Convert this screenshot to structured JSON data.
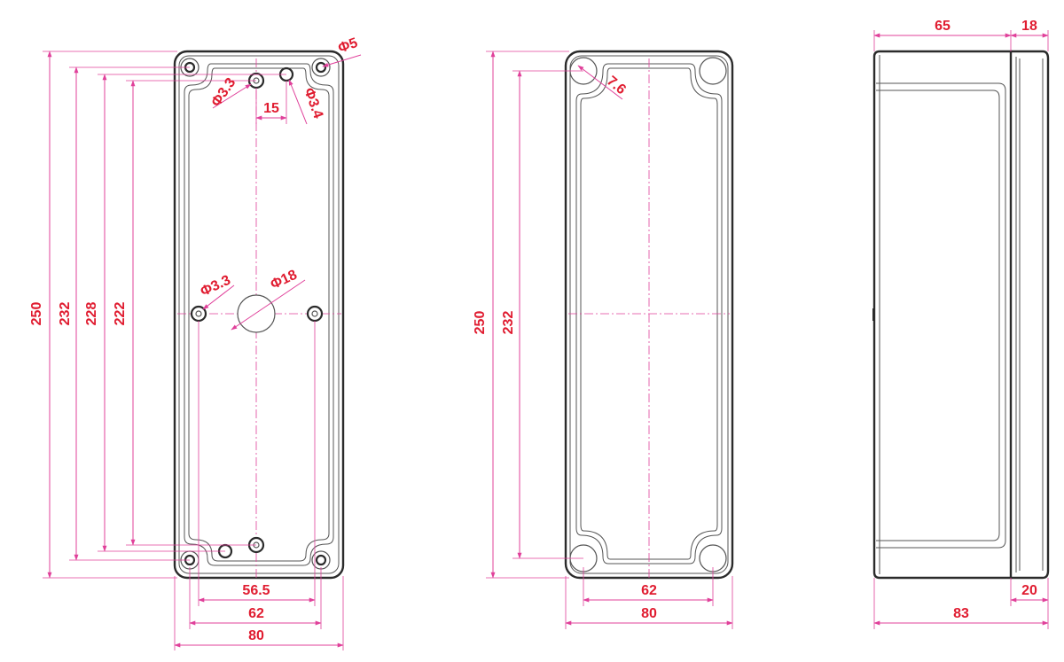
{
  "colors": {
    "dimension": "#e0409a",
    "dimension_text": "#e01c30",
    "outline": "#2b2b2b"
  },
  "front_view": {
    "height_overall": "250",
    "height_232": "232",
    "height_228": "228",
    "height_222": "222",
    "hole_top_right": "Φ5",
    "hole_top_left": "Φ3.3",
    "hole_small": "Φ3.4",
    "spacing_top": "15",
    "hole_mid_left": "Φ3.3",
    "hole_center": "Φ18",
    "width_56_5": "56.5",
    "width_62": "62",
    "width_80": "80"
  },
  "lid_view": {
    "height_overall": "250",
    "height_232": "232",
    "corner_radius": "7.6",
    "width_62": "62",
    "width_80": "80"
  },
  "side_view": {
    "depth_body": "65",
    "depth_lid": "18",
    "depth_overall": "83",
    "depth_bottom": "20"
  }
}
